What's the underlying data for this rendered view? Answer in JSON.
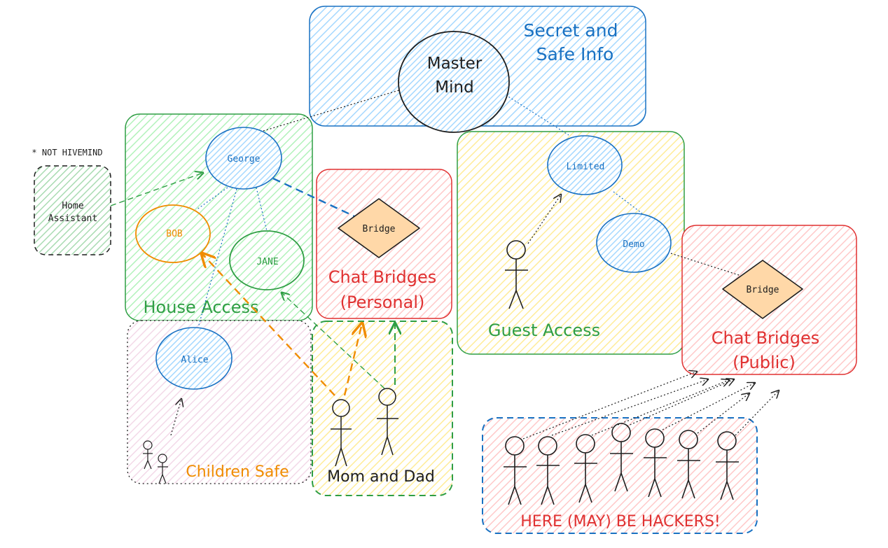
{
  "zones": {
    "secret": {
      "label_line1": "Secret and",
      "label_line2": "Safe Info",
      "color": "#1971c2",
      "fill": "#a5d8ff"
    },
    "house": {
      "label": "House Access",
      "color": "#2f9e44",
      "fill": "#b2f2bb"
    },
    "chat_personal": {
      "label_line1": "Chat Bridges",
      "label_line2": "(Personal)",
      "color": "#e03131",
      "fill": "#ffc9c9"
    },
    "guest": {
      "label": "Guest Access",
      "color": "#2f9e44",
      "fill": "#ffec99"
    },
    "chat_public": {
      "label_line1": "Chat Bridges",
      "label_line2": "(Public)",
      "color": "#e03131",
      "fill": "#ffc9c9"
    },
    "children": {
      "label": "Children Safe",
      "color": "#f08c00",
      "fill": "#eebefa"
    },
    "parents": {
      "label": "Mom and Dad",
      "color": "#1e1e1e",
      "fill": "#ffec99"
    },
    "hackers": {
      "label": "HERE (MAY) BE HACKERS!",
      "color": "#e03131",
      "fill": "#ffc9c9"
    },
    "home_assistant": {
      "note": "* NOT HIVEMIND",
      "label_line1": "Home",
      "label_line2": "Assistant",
      "fill": "#b2f2bb"
    }
  },
  "nodes": {
    "master_line1": "Master",
    "master_line2": "Mind",
    "george": "George",
    "bob": "BOB",
    "jane": "JANE",
    "alice": "Alice",
    "limited": "Limited",
    "demo": "Demo",
    "bridge_personal": "Bridge",
    "bridge_public": "Bridge"
  },
  "colors": {
    "blue": "#1971c2",
    "orange": "#f08c00",
    "green": "#2f9e44",
    "dark": "#1e1e1e",
    "bridge_fill": "#ffd8a8",
    "node_fill": "#a5d8ff"
  }
}
